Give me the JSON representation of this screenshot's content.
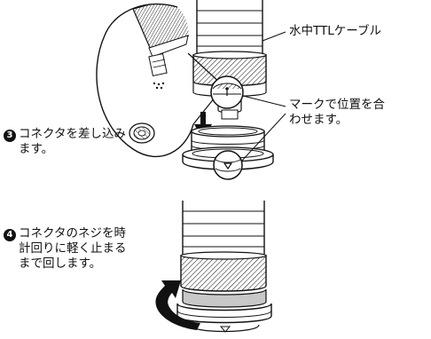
{
  "labels": {
    "cable": "水中TTLケーブル",
    "align": {
      "line1": "マークで位置を合",
      "line2": "わせます。"
    },
    "step3": {
      "badge": "3",
      "line1": "コネクタを差し込み",
      "line2": "ます。"
    },
    "step4": {
      "badge": "4",
      "line1": "コネクタのネジを時",
      "line2": "計回りに軽く止まる",
      "line3": "まで回します。"
    }
  },
  "colors": {
    "line": "#111111",
    "hatch": "#111111",
    "ring_fill": "#c8c8c8",
    "background": "#ffffff"
  }
}
